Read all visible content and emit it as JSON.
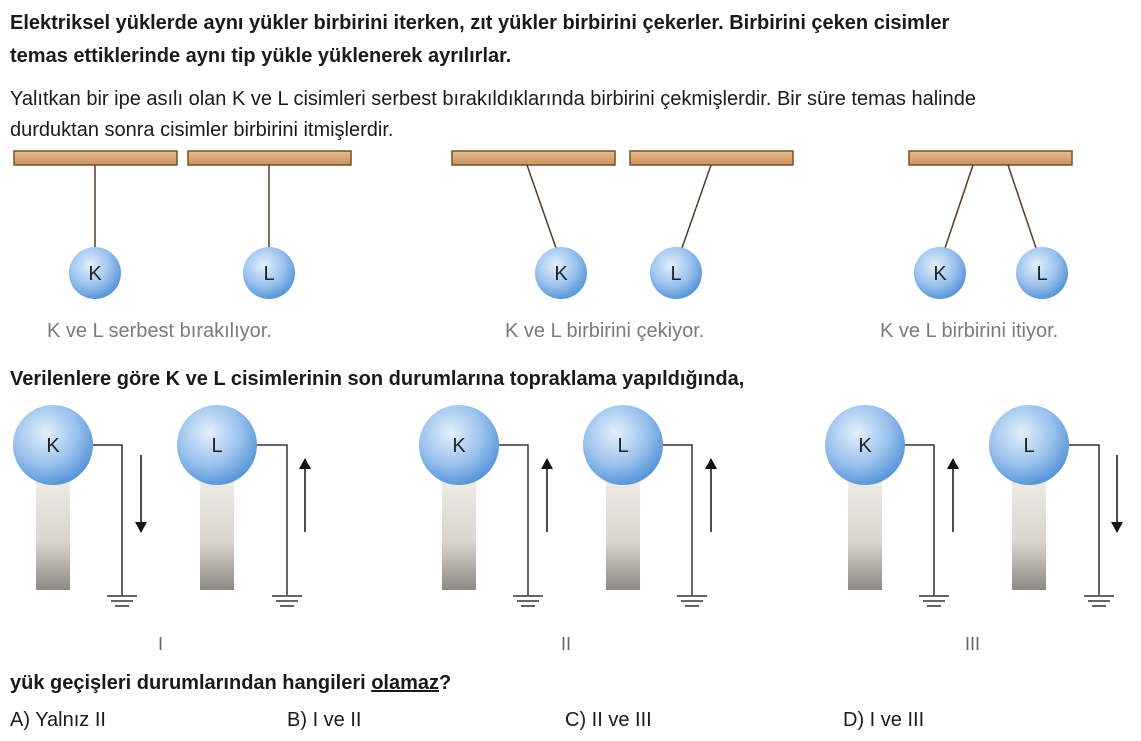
{
  "intro": {
    "line1": "Elektriksel yüklerde aynı yükler birbirini iterken, zıt yükler birbirini çekerler. Birbirini çeken cisimler",
    "line2": "temas ettiklerinde aynı tip yükle yüklenerek ayrılırlar."
  },
  "setup": {
    "line1": "Yalıtkan bir ipe asılı olan K ve L cisimleri serbest bırakıldıklarında birbirini çekmişlerdir. Bir süre temas halinde",
    "line2": "durduktan sonra cisimler birbirini itmişlerdir."
  },
  "pendulum_scenes": [
    {
      "caption": "K ve L serbest bırakılıyor.",
      "k_label": "K",
      "l_label": "L"
    },
    {
      "caption": "K ve L birbirini çekiyor.",
      "k_label": "K",
      "l_label": "L"
    },
    {
      "caption": "K ve L birbirini itiyor.",
      "k_label": "K",
      "l_label": "L"
    }
  ],
  "question": "Verilenlere göre K ve L cisimlerinin son durumlarına topraklama yapıldığında,",
  "grounding_cases": [
    {
      "roman": "I",
      "k_label": "K",
      "l_label": "L",
      "k_arrow": "down",
      "l_arrow": "up"
    },
    {
      "roman": "II",
      "k_label": "K",
      "l_label": "L",
      "k_arrow": "up",
      "l_arrow": "up"
    },
    {
      "roman": "III",
      "k_label": "K",
      "l_label": "L",
      "k_arrow": "up",
      "l_arrow": "down"
    }
  ],
  "final_question": {
    "prefix": "yük geçişleri durumlarından hangileri ",
    "emph": "olamaz",
    "suffix": "?"
  },
  "options": [
    {
      "letter": "A)",
      "text": "Yalnız II"
    },
    {
      "letter": "B)",
      "text": "I ve II"
    },
    {
      "letter": "C)",
      "text": "II ve III"
    },
    {
      "letter": "D)",
      "text": "I ve III"
    }
  ],
  "colors": {
    "bar": "#d9a677",
    "bar_border": "#7a4f2a",
    "sphere_light": "#d6e8fb",
    "sphere_dark": "#4f8fd6",
    "stand_light": "#ebe9e3",
    "stand_dark": "#8a8782"
  }
}
